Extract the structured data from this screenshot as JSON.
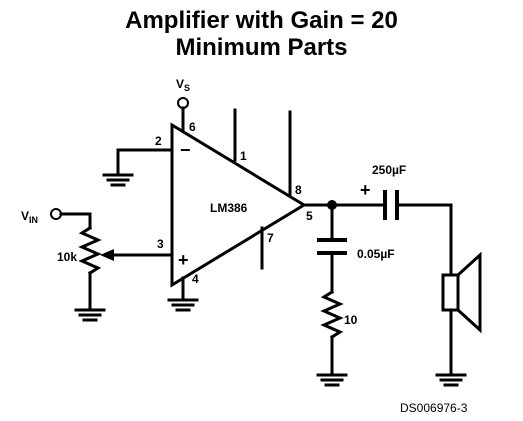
{
  "title": {
    "line1": "Amplifier with Gain = 20",
    "line2": "Minimum Parts"
  },
  "chip": {
    "name": "LM386",
    "pins": [
      "1",
      "2",
      "3",
      "4",
      "5",
      "6",
      "7",
      "8"
    ],
    "minus_sign": "−",
    "plus_sign": "+"
  },
  "supply": {
    "label": "V",
    "sub": "S"
  },
  "input": {
    "label": "V",
    "sub": "IN"
  },
  "components": {
    "potentiometer": "10k",
    "output_cap": "250µF",
    "output_cap_polarity": "+",
    "zobel_cap": "0.05µF",
    "zobel_resistor": "10"
  },
  "figure_id": "DS006976-3"
}
